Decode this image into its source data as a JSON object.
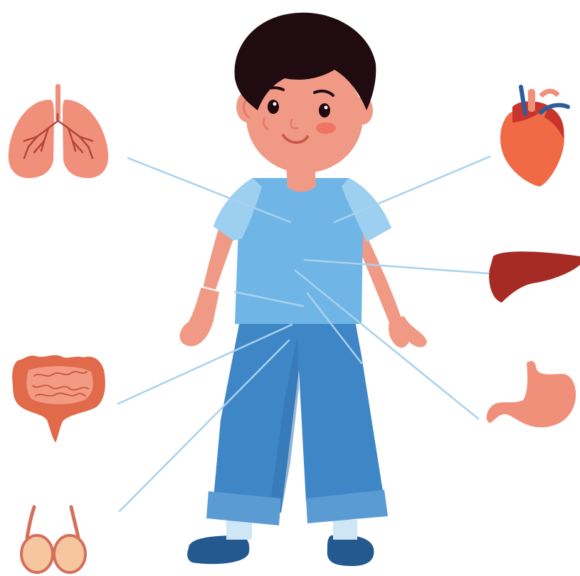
{
  "illustration": {
    "subject": "boy-figure",
    "organs": [
      {
        "name": "lungs",
        "icon": "lungs-icon"
      },
      {
        "name": "heart",
        "icon": "heart-icon"
      },
      {
        "name": "liver",
        "icon": "liver-icon"
      },
      {
        "name": "intestines",
        "icon": "intestines-icon"
      },
      {
        "name": "stomach",
        "icon": "stomach-icon"
      },
      {
        "name": "testes",
        "icon": "testes-icon"
      }
    ],
    "colors": {
      "hair": "#1f0b10",
      "skin": "#f09a86",
      "skin_shadow": "#e07f6a",
      "shirt": "#6fb6e6",
      "shirt_light": "#9ccff0",
      "pants": "#3f86c6",
      "pants_dark": "#2f6fae",
      "shoes": "#23598f",
      "socks": "#cfe6f6",
      "leader_line": "#a9d1ee",
      "lungs": "#f0907a",
      "heart": "#ef6a45",
      "liver": "#a72b25",
      "intestines": "#e06a4a",
      "stomach": "#f0907a",
      "testes": "#f6c6a1"
    }
  }
}
